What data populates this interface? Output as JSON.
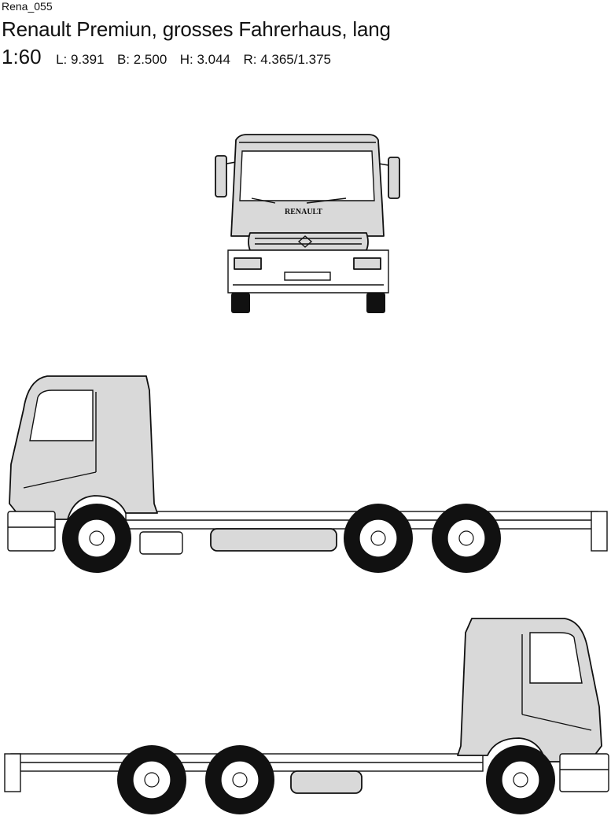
{
  "header": {
    "code": "Rena_055",
    "title": "Renault Premiun, grosses Fahrerhaus, lang",
    "scale": "1:60",
    "specs": [
      "L: 9.391",
      "B: 2.500",
      "H: 3.044",
      "R: 4.365/1.375"
    ]
  },
  "front_view": {
    "badge": "RENAULT"
  }
}
